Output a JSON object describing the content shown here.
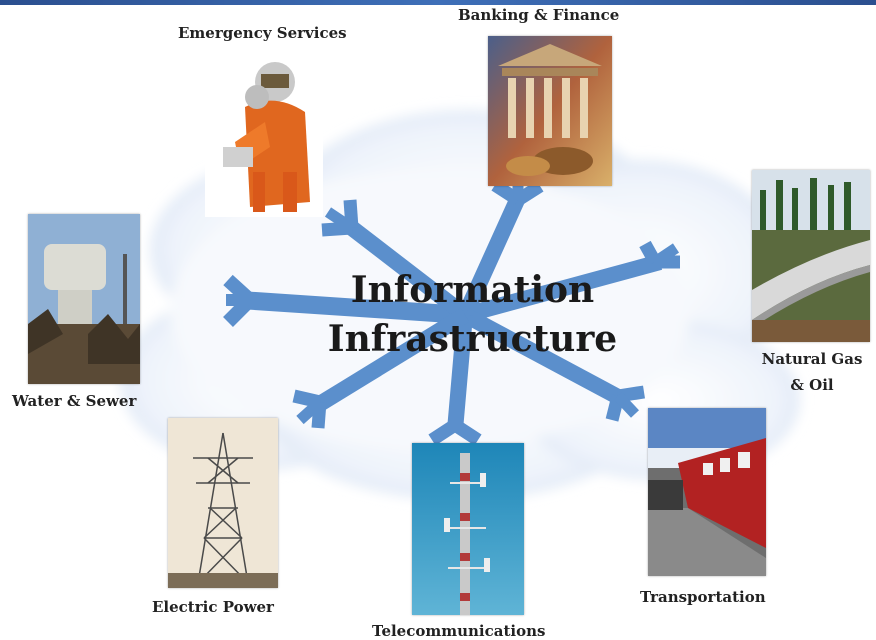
{
  "diagram": {
    "center": {
      "line1": "Information",
      "line2": "Infrastructure"
    },
    "sectors": [
      {
        "id": "emergency",
        "label": "Emergency Services",
        "icon": "firefighter-photo"
      },
      {
        "id": "banking",
        "label": "Banking & Finance",
        "icon": "bank-building-photo"
      },
      {
        "id": "gas",
        "label_line1": "Natural Gas",
        "label_line2": "& Oil",
        "icon": "pipeline-photo"
      },
      {
        "id": "transport",
        "label": "Transportation",
        "icon": "train-photo"
      },
      {
        "id": "telecom",
        "label": "Telecommunications",
        "icon": "cell-tower-photo"
      },
      {
        "id": "power",
        "label": "Electric Power",
        "icon": "power-pylon-photo"
      },
      {
        "id": "water",
        "label": "Water & Sewer",
        "icon": "water-tower-photo"
      }
    ]
  },
  "colors": {
    "hub_arms": "#5b8fcc",
    "top_rule": "#2b4f8f",
    "cloud": "#dfe9f6"
  }
}
